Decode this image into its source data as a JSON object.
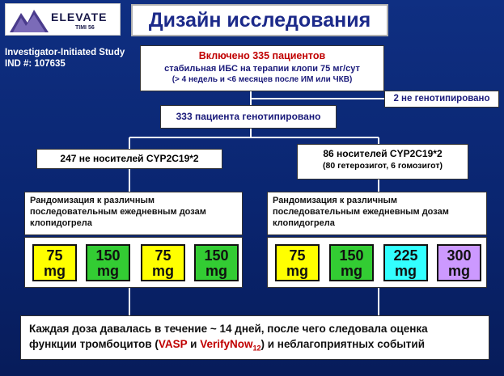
{
  "logo": {
    "name": "ELEVATE",
    "sub": "TIMI 56"
  },
  "title": "Дизайн исследования",
  "side_info": {
    "line1": "Investigator-Initiated Study",
    "line2": "IND #: 107635"
  },
  "included": {
    "line1": "Включено 335 пациентов",
    "line2": "стабильная ИБС на терапии клопи 75 мг/сут",
    "line3": "(> 4 недель и <6 месяцев после ИМ или ЧКВ)"
  },
  "not_genotyped": "2 не генотипировано",
  "genotyped": "333 пациента  генотипировано",
  "noncarriers": "247 не носителей CYP2C19*2",
  "carriers": {
    "line1": "86 носителей CYP2C19*2",
    "line2": "(80 гетерозигот, 6 гомозигот)"
  },
  "randomization": {
    "left": "Рандомизация к различным последовательным  ежедневным дозам клопидогрела",
    "right": "Рандомизация к различным последовательным  ежедневным дозам клопидогрела"
  },
  "doses_left": [
    {
      "value": "75",
      "unit": "mg",
      "color": "#ffff00"
    },
    {
      "value": "150",
      "unit": "mg",
      "color": "#33cc33"
    },
    {
      "value": "75",
      "unit": "mg",
      "color": "#ffff00"
    },
    {
      "value": "150",
      "unit": "mg",
      "color": "#33cc33"
    }
  ],
  "doses_right": [
    {
      "value": "75",
      "unit": "mg",
      "color": "#ffff00"
    },
    {
      "value": "150",
      "unit": "mg",
      "color": "#33cc33"
    },
    {
      "value": "225",
      "unit": "mg",
      "color": "#33ffff"
    },
    {
      "value": "300",
      "unit": "mg",
      "color": "#cc99ff"
    }
  ],
  "bottom": {
    "line1": "Каждая доза давалась в течение ~ 14 дней, после чего следовала оценка",
    "line2_a": "функции тромбоцитов (",
    "vasp": "VASP",
    "and": " и ",
    "verifynow": "VerifyNow",
    "verifynow_sub": "12",
    "line2_b": ") и неблагоприятных событий"
  }
}
